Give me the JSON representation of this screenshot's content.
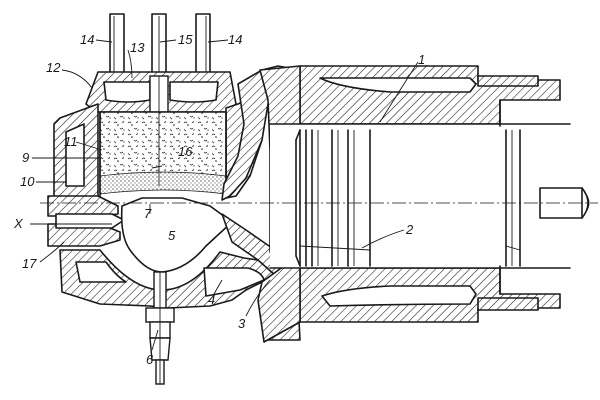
{
  "labels": {
    "l1": "1",
    "l2": "2",
    "l3": "3",
    "l4": "4",
    "l5": "5",
    "l6": "6",
    "l7": "7",
    "l9": "9",
    "l10": "10",
    "l11": "11",
    "l12": "12",
    "l13": "13",
    "l14a": "14",
    "l14b": "14",
    "l15": "15",
    "l16": "16",
    "l17": "17",
    "lx": "X"
  }
}
